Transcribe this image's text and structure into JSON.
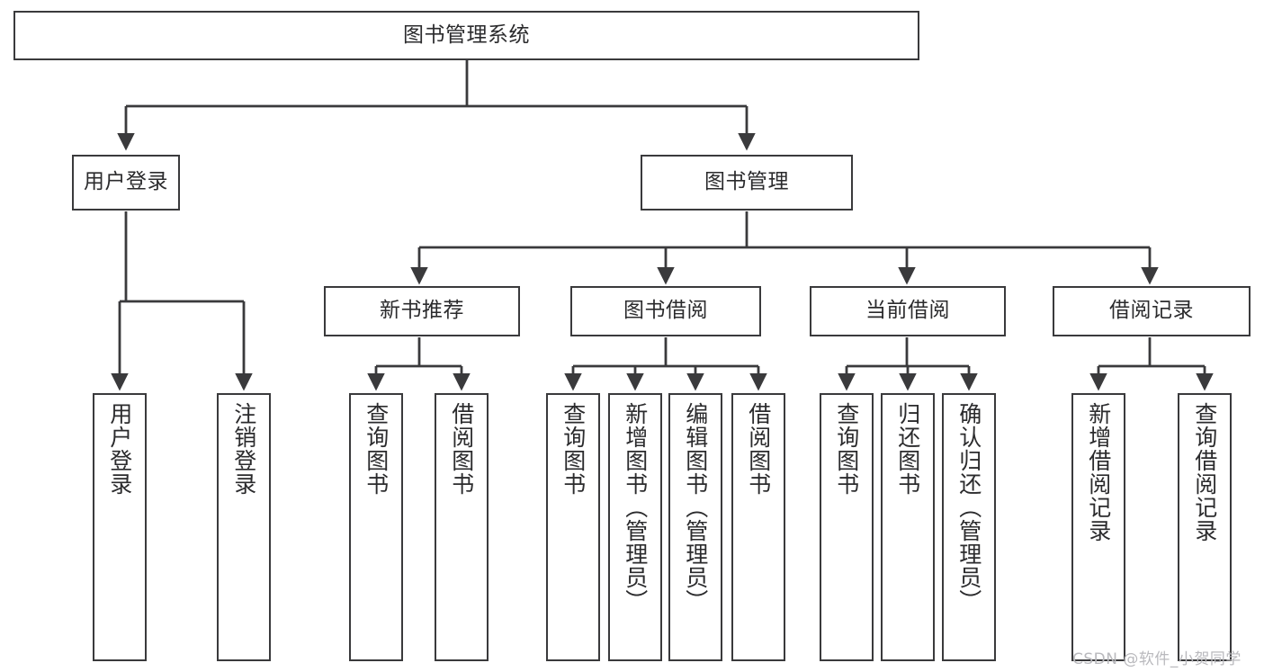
{
  "diagram": {
    "title_node": {
      "label": "图书管理系统"
    },
    "level2": [
      {
        "label": "用户登录"
      },
      {
        "label": "图书管理"
      }
    ],
    "level3": [
      {
        "label": "新书推荐"
      },
      {
        "label": "图书借阅"
      },
      {
        "label": "当前借阅"
      },
      {
        "label": "借阅记录"
      }
    ],
    "leaves": {
      "user_login": [
        {
          "label": "用户登录"
        },
        {
          "label": "注销登录"
        }
      ],
      "new_book_recommend": [
        {
          "label": "查询图书"
        },
        {
          "label": "借阅图书"
        }
      ],
      "book_borrow": [
        {
          "label": "查询图书"
        },
        {
          "label": "新增图书（管理员）"
        },
        {
          "label": "编辑图书（管理员）"
        },
        {
          "label": "借阅图书"
        }
      ],
      "current_borrow": [
        {
          "label": "查询图书"
        },
        {
          "label": "归还图书"
        },
        {
          "label": "确认归还（管理员）"
        }
      ],
      "borrow_record": [
        {
          "label": "新增借阅记录"
        },
        {
          "label": "查询借阅记录"
        }
      ]
    }
  },
  "watermark": {
    "text": "CSDN @软件_小贺同学"
  },
  "colors": {
    "stroke": "#3a3a3c",
    "background": "#ffffff",
    "text": "#2b2b2d",
    "watermark": "#b9b9bd"
  }
}
